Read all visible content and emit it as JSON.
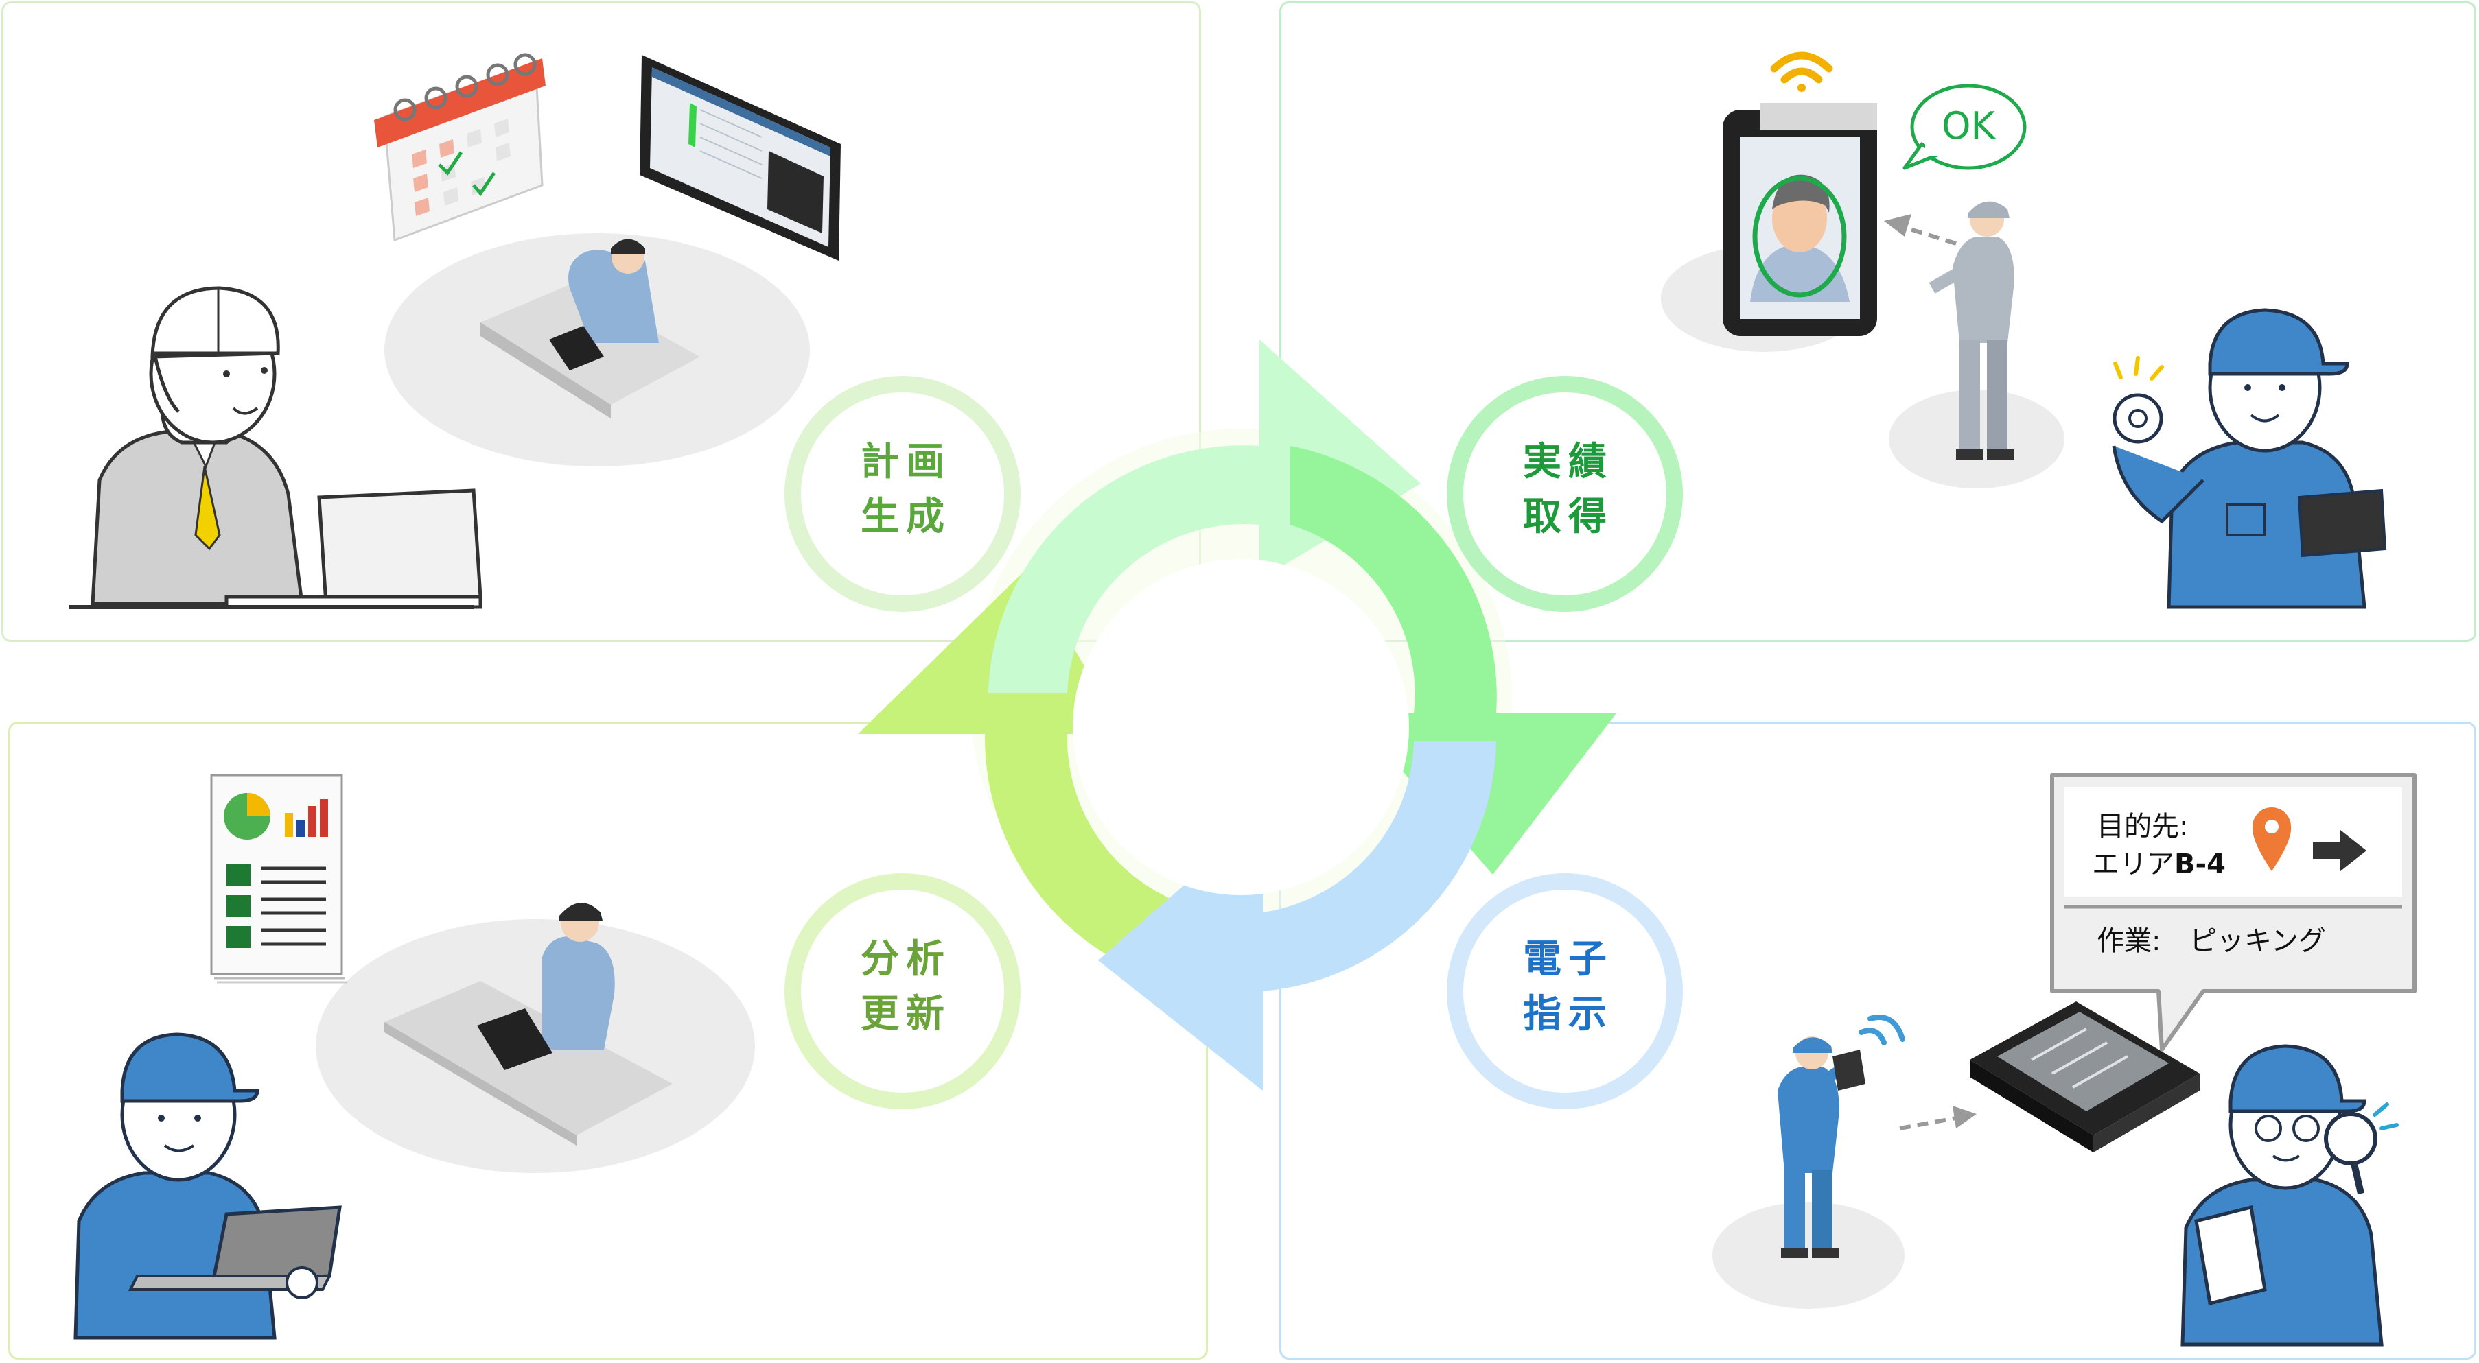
{
  "stages": [
    {
      "id": "plan",
      "line1": "計画",
      "line2": "生成",
      "color": "#5aa83c"
    },
    {
      "id": "actual",
      "line1": "実績",
      "line2": "取得",
      "color": "#1e9a3a"
    },
    {
      "id": "instruct",
      "line1": "電子",
      "line2": "指示",
      "color": "#1e73c8"
    },
    {
      "id": "analysis",
      "line1": "分析",
      "line2": "更新",
      "color": "#6aa338"
    }
  ],
  "face_auth": {
    "bubble_text": "OK"
  },
  "navigation_card": {
    "destination_label": "目的先:",
    "area_prefix": "エリア",
    "area_code": "B-4",
    "task_label": "作業:",
    "task_value": "ピッキング"
  },
  "colors": {
    "arrow_plan": "#c8fbd0",
    "arrow_actual": "#96f59a",
    "arrow_instruct": "#bfe0fb",
    "arrow_analysis": "#c6f27a",
    "worker_blue": "#3f87c8",
    "gray_suit": "#cfcfcf",
    "calendar_red": "#e8553b",
    "pin_orange": "#ee7a35"
  }
}
